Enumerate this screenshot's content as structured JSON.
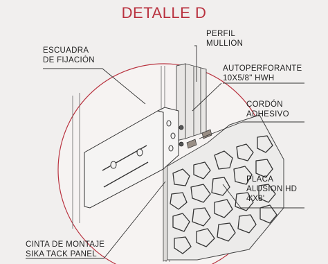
{
  "title": "DETALLE D",
  "labels": {
    "escuadra": [
      "ESCUADRA",
      "DE FIJACIÓN"
    ],
    "perfil": [
      "PERFIL",
      "MULLION"
    ],
    "autoperforante": [
      "AUTOPERFORANTE",
      "10X5/8\" HWH"
    ],
    "cordon": [
      "CORDÓN",
      "ADHESIVO"
    ],
    "placa": [
      "PLACA",
      "ALUSION HD",
      "4'X8'"
    ],
    "cinta": [
      "CINTA DE MONTAJE",
      "SIKA TACK PANEL"
    ]
  },
  "colors": {
    "title": "#b9323f",
    "circle": "#b9323f",
    "line": "#333333",
    "background": "#f1efee"
  }
}
